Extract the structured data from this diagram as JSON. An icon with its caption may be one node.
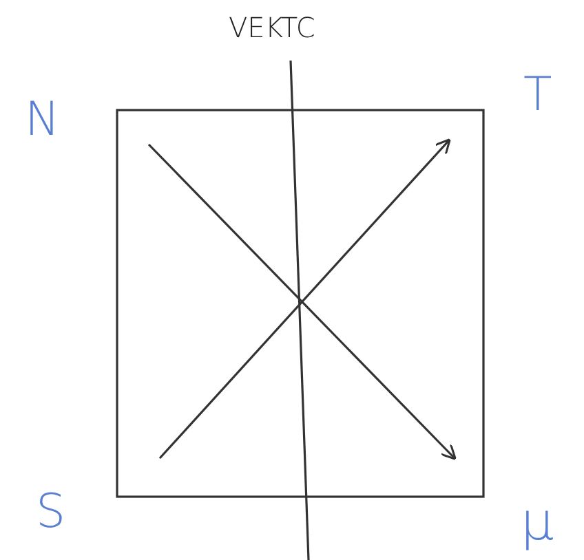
{
  "diagram": {
    "labels": [
      "VEKTC",
      "N",
      "T",
      "S",
      "μ"
    ]
  }
}
